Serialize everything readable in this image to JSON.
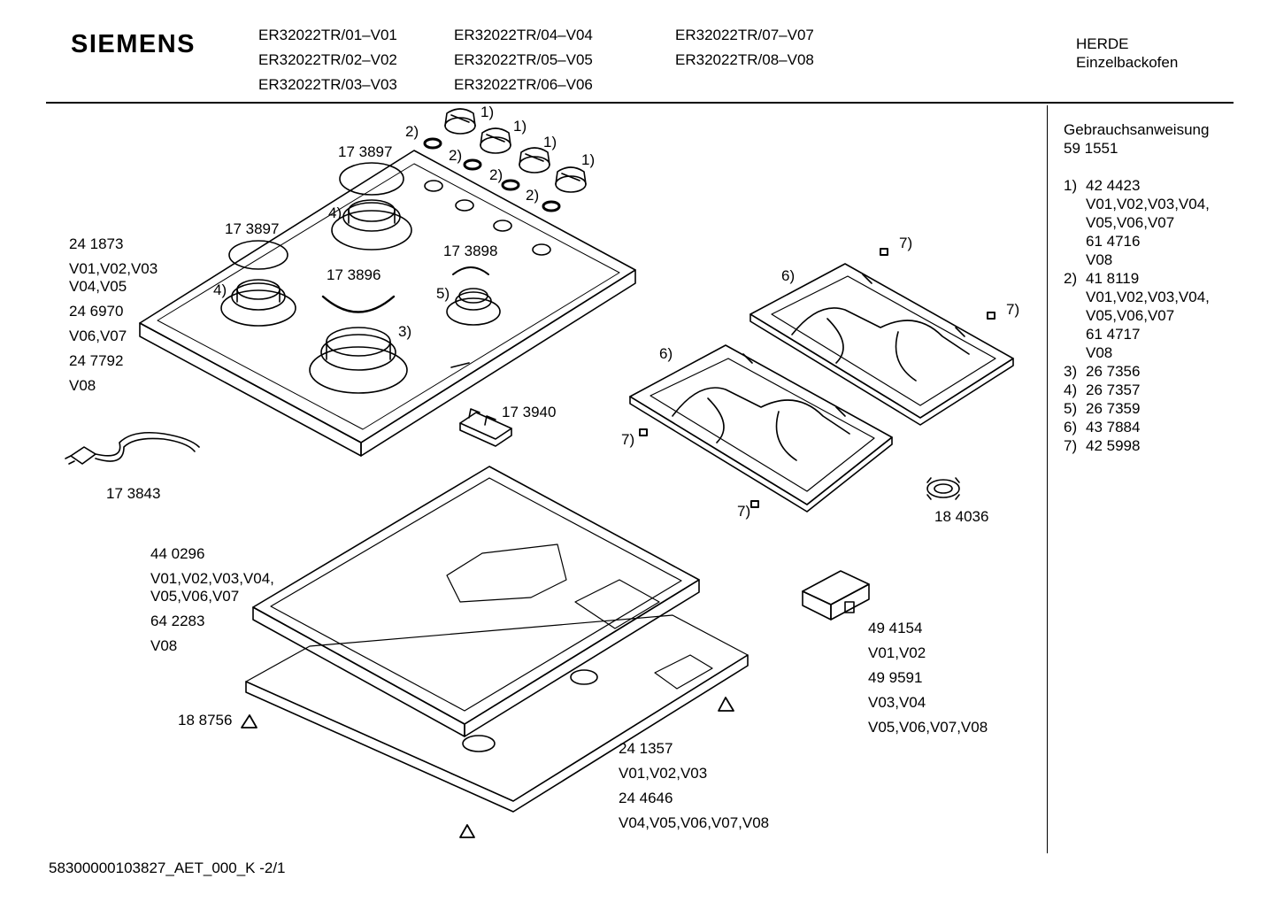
{
  "brand": "SIEMENS",
  "models": {
    "col1": [
      "ER32022TR/01–V01",
      "ER32022TR/02–V02",
      "ER32022TR/03–V03"
    ],
    "col2": [
      "ER32022TR/04–V04",
      "ER32022TR/05–V05",
      "ER32022TR/06–V06"
    ],
    "col3": [
      "ER32022TR/07–V07",
      "ER32022TR/08–V08"
    ]
  },
  "category": {
    "line1": "HERDE",
    "line2": "Einzelbackofen"
  },
  "sidebar": {
    "manual_label": "Gebrauchsanweisung",
    "manual_number": "59 1551",
    "parts": [
      {
        "num": "1)",
        "lines": [
          "42 4423",
          "V01,V02,V03,V04,",
          "V05,V06,V07",
          "61 4716",
          "V08"
        ]
      },
      {
        "num": "2)",
        "lines": [
          "41 8119",
          "V01,V02,V03,V04,",
          "V05,V06,V07",
          "61 4717",
          "V08"
        ]
      },
      {
        "num": "3)",
        "lines": [
          "26 7356"
        ]
      },
      {
        "num": "4)",
        "lines": [
          "26 7357"
        ]
      },
      {
        "num": "5)",
        "lines": [
          "26 7359"
        ]
      },
      {
        "num": "6)",
        "lines": [
          "43 7884"
        ]
      },
      {
        "num": "7)",
        "lines": [
          "42 5998"
        ]
      }
    ]
  },
  "callouts": {
    "c1a": "1)",
    "c1b": "1)",
    "c1c": "1)",
    "c1d": "1)",
    "c2a": "2)",
    "c2b": "2)",
    "c2c": "2)",
    "c2d": "2)",
    "c3": "3)",
    "c4a": "4)",
    "c4b": "4)",
    "c5": "5)",
    "c6a": "6)",
    "c6b": "6)",
    "c7a": "7)",
    "c7b": "7)",
    "c7c": "7)",
    "c7d": "7)"
  },
  "parts": {
    "p173897a": "17 3897",
    "p173897b": "17 3897",
    "p173898": "17 3898",
    "p173896": "17 3896",
    "p173940": "17 3940",
    "p173843": "17 3843",
    "p184036": "18 4036",
    "p188756": "18 8756",
    "hob_block": [
      "24 1873",
      "V01,V02,V03",
      "V04,V05",
      "24 6970",
      "V06,V07",
      "24 7792",
      "V08"
    ],
    "frame_block": [
      "44 0296",
      "V01,V02,V03,V04,",
      "V05,V06,V07",
      "64 2283",
      "V08"
    ],
    "box_block": [
      "49 4154",
      "V01,V02",
      "49 9591",
      "V03,V04",
      "V05,V06,V07,V08"
    ],
    "base_block": [
      "24 1357",
      "V01,V02,V03",
      "24 4646",
      "V04,V05,V06,V07,V08"
    ]
  },
  "footer": "58300000103827_AET_000_K  -2/1"
}
